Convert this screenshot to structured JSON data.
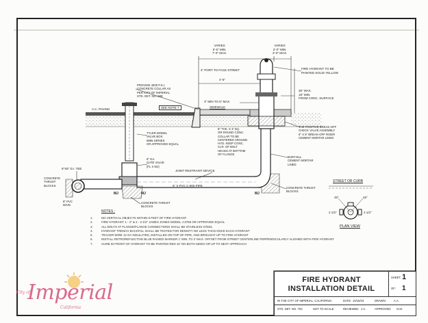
{
  "drawing": {
    "labels": {
      "varies_top_left": "VARIES\n5'-6\" MIN.\n7'-0\" MAX.",
      "varies_top_right": "VARIES\n2'-0\" MIN.\n3'-0\" MAX.",
      "port_to_street": "4\" PORT TO FACE STREET",
      "four_six": "4'-6\"",
      "paint_yellow": "FIRE HYDRANT TO BE\nPAINTED SOLID YELLOW",
      "concrete_collar": "PROVIDE 4000 P.S.I.\nCONCRETE COLLAR AS\nPER CITY OF IMPERIAL\nSTD. DET. NO. 508",
      "see_note": "SEE NOTE 7",
      "three_min": "3\" MIN TO 6\" MAX",
      "max_finish": "36\" MAX.\n18\" MIN.\nFROM CONC. SURFACE",
      "ac_paving": "A.C. PAVING",
      "sidewalk": "SIDEWALK",
      "round_collar": "8\" THK. X 3' SQ.\nOR ROUND CONC.\nCOLLAR TO BE\nCENTERED AROUND\nHYD. KEEP CONC.\nCLR. OF BOLT\nHEADS AT BOTTOM\nOF FLANGE",
      "breakoff": "THE POSITIVE BREAK-OFF\nCHECK VALVE ASSEMBLY\n6\" X 5\" BREAK-OFF RISER\nCEMENT MORTAR LINED",
      "valve_box": "TYLER MODEL\nVALVE BOX\n6855 SERIES\nOR APPROVED EQUAL",
      "gate_valve": "6\" GA.\nGATE VALVE\n(FL X MJ)",
      "bury_ell": "BURY-ELL\nCEMENT MORTAR\nLINED",
      "joint_restraint": "JOINT RESTRAINT DEVICE",
      "pvc_pipe": "6\" X PVC C-900 PIPE",
      "di_tee": "6\"X6\" D.I. TEE",
      "thrust_left": "CONCRETE\nTHRUST\nBLOCKS",
      "pvc_main": "8\" PVC\nMAIN",
      "mj1": "MJ",
      "mj2": "MJ",
      "mj3": "MJ",
      "thrust_bottom": "CONCRETE THRUST\nBLOCKS",
      "thrust_right": "CONCRETE THRUST\nBLOCKS",
      "street_or_curb": "STREET OR CURB",
      "deg45": "45°",
      "deg45b": "45°",
      "half_l": "2 1/2\"",
      "half_r": "2 1/2\"",
      "plan_view": "PLAN VIEW",
      "notes_title": "NOTES :"
    },
    "notes": [
      {
        "num": "1.",
        "text": "NO VERTICAL OBJECTS WITHIN 8 FEET OF FIRE HYDRANT"
      },
      {
        "num": "2.",
        "text": "FIRE HYDRANT:  1 - 4\"  &  2 - 2-1/2\" JAMES JONES MODEL J-3765   OR APPROVED EQUAL"
      },
      {
        "num": "3.",
        "text": "ALL BOLTS AT FLANGE/FLANGE CONNECTIONS SHALL BE STAINLESS STEEL"
      },
      {
        "num": "4.",
        "text": "HYDRANT TRENCH BACKFILL SHALL BE TESTED FOR DENSITY NO LESS THAN ONCE EACH HYDRANT"
      },
      {
        "num": "5.",
        "text": "TRACER WIRE 12 GA INSULATED, INSTALLED ON TOP OF PIPE, AND BROUGHT UP TO FIRE HYDRANT"
      },
      {
        "num": "6.",
        "text": "INSTALL RETROREFLECTIVE BLUE RAISED MARKER 1' MIN. TO 2' MAX. OFFSET FROM STREET CENTERLINE PERPENDICULARLY ALIGNED WITH FIRE HYDRANT"
      },
      {
        "num": "7.",
        "text": "CURB IN FRONT OF HYDRANT TO BE PAINTED RED 10' ON BOTH SIDES OR UP TO NEXT APPROACH"
      }
    ]
  },
  "title_block": {
    "title": "FIRE HYDRANT\nINSTALLATION DETAIL",
    "sheet_label": "SHEET:",
    "sheet_num": "1",
    "of_label": "OF:",
    "of_num": "1",
    "city": "IN THE CITY OF IMPERIAL, CALIFORNIA",
    "date_label": "DATE:",
    "date": "10/15/19",
    "drawn_label": "DRAWN:",
    "drawn": "A.A.",
    "std_det": "STD. DET. NO. 703",
    "scale": "NOT TO SCALE",
    "reviewed_label": "REVIEWED:",
    "reviewed": "J.V.",
    "approved_label": "APPROVED:",
    "approved": "O.M."
  },
  "logo": {
    "prefix": "City of",
    "name": "Imperial",
    "suffix": "California",
    "color": "#d96a8a",
    "accent": "#e8a23a"
  }
}
